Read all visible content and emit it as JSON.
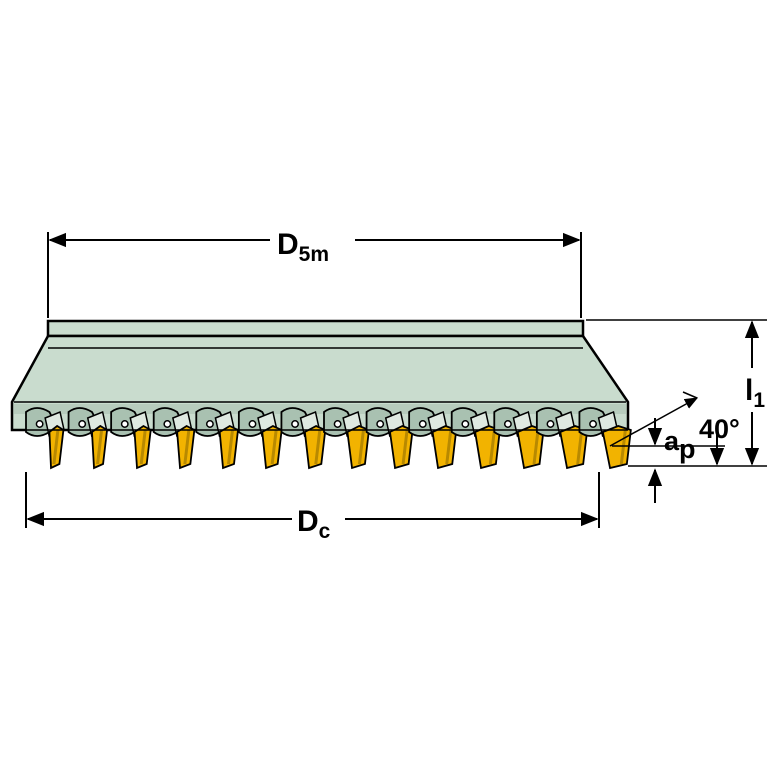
{
  "labels": {
    "d5m_main": "D",
    "d5m_sub": "5m",
    "dc_main": "D",
    "dc_sub": "c",
    "l1_main": "l",
    "l1_sub": "1",
    "ap_main": "a",
    "ap_sub": "p",
    "angle": "40°"
  },
  "colors": {
    "body_fill": "#c9dcce",
    "body_shade": "#a9c1b1",
    "insert_yellow": "#f2b300",
    "insert_shadow": "#b88900",
    "outline": "#000000"
  },
  "tool": {
    "insert_count": 14
  }
}
